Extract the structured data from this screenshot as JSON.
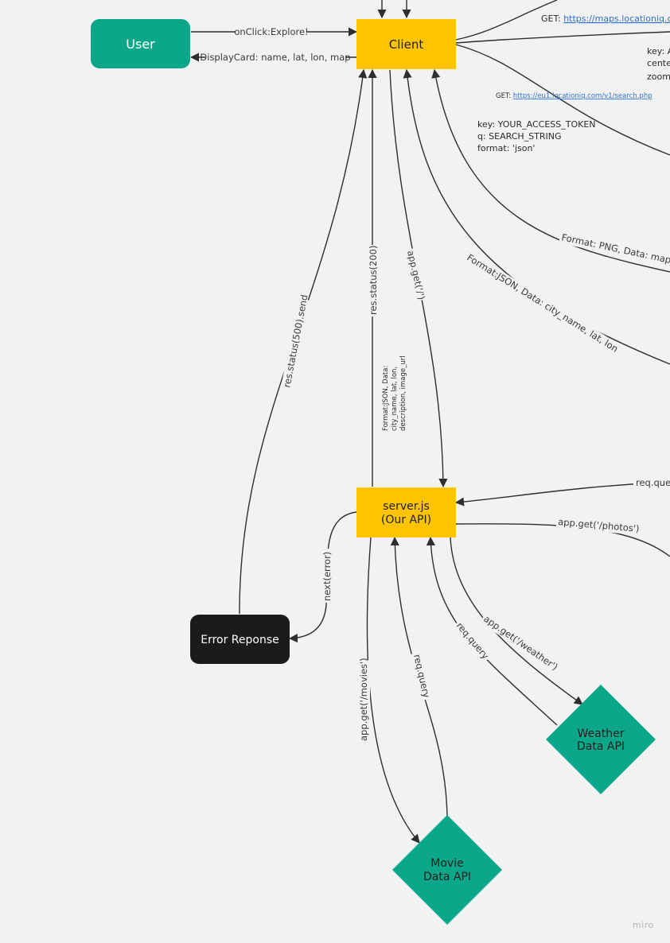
{
  "nodes": {
    "user": "User",
    "client": "Client",
    "server_line1": "server.js",
    "server_line2": "(Our API)",
    "error": "Error Reponse",
    "weather_line1": "Weather",
    "weather_line2": "Data API",
    "movie_line1": "Movie",
    "movie_line2": "Data API"
  },
  "edges": {
    "onclick": "onClick:Explore!",
    "displaycard": "DisplayCard: name, lat, lon, map",
    "format_png": "Format: PNG, Data: map_im",
    "format_json_city": "Format:JSON, Data: city_name, lat, lon",
    "app_get_root": "app.get('/')",
    "res_status_200": "res.status(200)",
    "res_status_500": "res.status(500).send",
    "req_query_right": "req.que",
    "app_get_photos": "app.get('/photos')",
    "next_error": "next(error)",
    "app_get_movies": "app.get('/movies')",
    "req_query_movie": "req.query",
    "req_query_weather": "req.query",
    "app_get_weather": "app.get('/weather')"
  },
  "notes": {
    "maps_prefix": "GET: ",
    "maps_link": "https://maps.locationiq.co",
    "search_prefix": "GET: ",
    "search_link": "https://eu1.locationiq.com/v1/search.php",
    "params_right": [
      "key: A",
      "cente",
      "zoom"
    ],
    "params_search": [
      "key: YOUR_ACCESS_TOKEN",
      "q: SEARCH_STRING",
      "format: 'json'"
    ],
    "server_response": [
      "Format:JSON, Data:",
      "city_name, lat, lon,",
      "description, image_url"
    ]
  },
  "watermark": "miro",
  "colors": {
    "teal": "#0ca789",
    "yellow": "#fec401",
    "black": "#1b1b1b",
    "background": "#f2f2f2",
    "link": "#2b6fd6"
  }
}
